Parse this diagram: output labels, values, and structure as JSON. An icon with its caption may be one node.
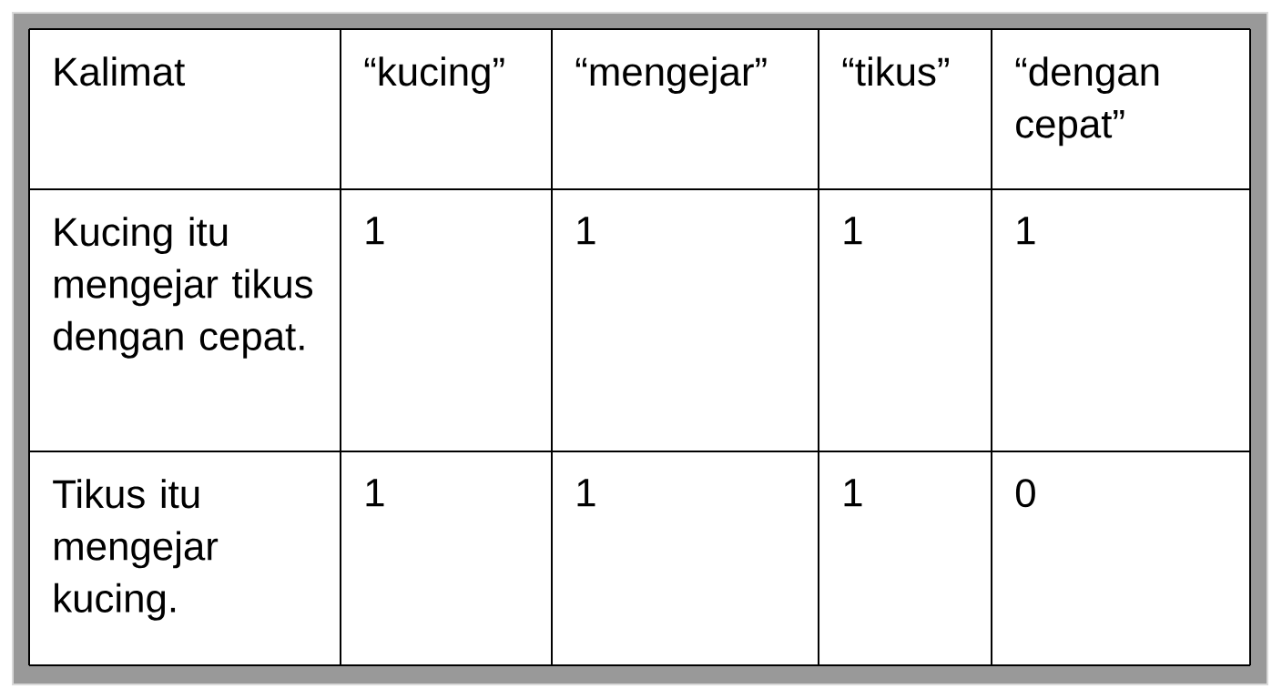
{
  "diagram": {
    "labels": [
      "Kalimat",
      "“kucing”",
      "“mengejar”",
      "“tikus”",
      "“dengan cepat”",
      "Kucing itu mengejar tikus dengan cepat.",
      "1",
      "1",
      "1",
      "1",
      "Tikus itu mengejar kucing.",
      "1",
      "1",
      "1",
      "0"
    ]
  }
}
